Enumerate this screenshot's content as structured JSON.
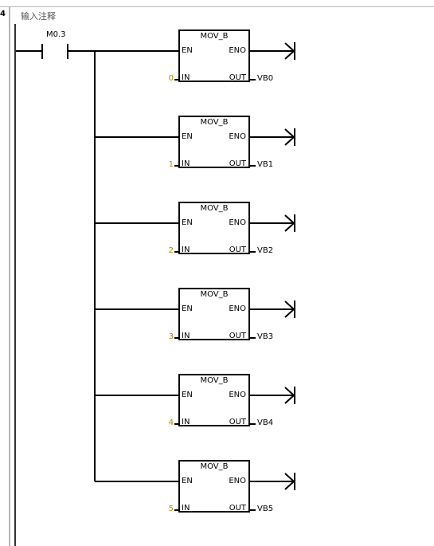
{
  "network": {
    "number": "4",
    "comment": "输入注释"
  },
  "contact": {
    "address": "M0.3"
  },
  "blocks": [
    {
      "title": "MOV_B",
      "en": "EN",
      "eno": "ENO",
      "in_pin": "IN",
      "out_pin": "OUT",
      "in_value": "0",
      "out_value": "VB0"
    },
    {
      "title": "MOV_B",
      "en": "EN",
      "eno": "ENO",
      "in_pin": "IN",
      "out_pin": "OUT",
      "in_value": "1",
      "out_value": "VB1"
    },
    {
      "title": "MOV_B",
      "en": "EN",
      "eno": "ENO",
      "in_pin": "IN",
      "out_pin": "OUT",
      "in_value": "2",
      "out_value": "VB2"
    },
    {
      "title": "MOV_B",
      "en": "EN",
      "eno": "ENO",
      "in_pin": "IN",
      "out_pin": "OUT",
      "in_value": "3",
      "out_value": "VB3"
    },
    {
      "title": "MOV_B",
      "en": "EN",
      "eno": "ENO",
      "in_pin": "IN",
      "out_pin": "OUT",
      "in_value": "4",
      "out_value": "VB4"
    },
    {
      "title": "MOV_B",
      "en": "EN",
      "eno": "ENO",
      "in_pin": "IN",
      "out_pin": "OUT",
      "in_value": "5",
      "out_value": "VB5"
    }
  ],
  "colors": {
    "constant": "#b8860b",
    "wire": "#000000"
  }
}
